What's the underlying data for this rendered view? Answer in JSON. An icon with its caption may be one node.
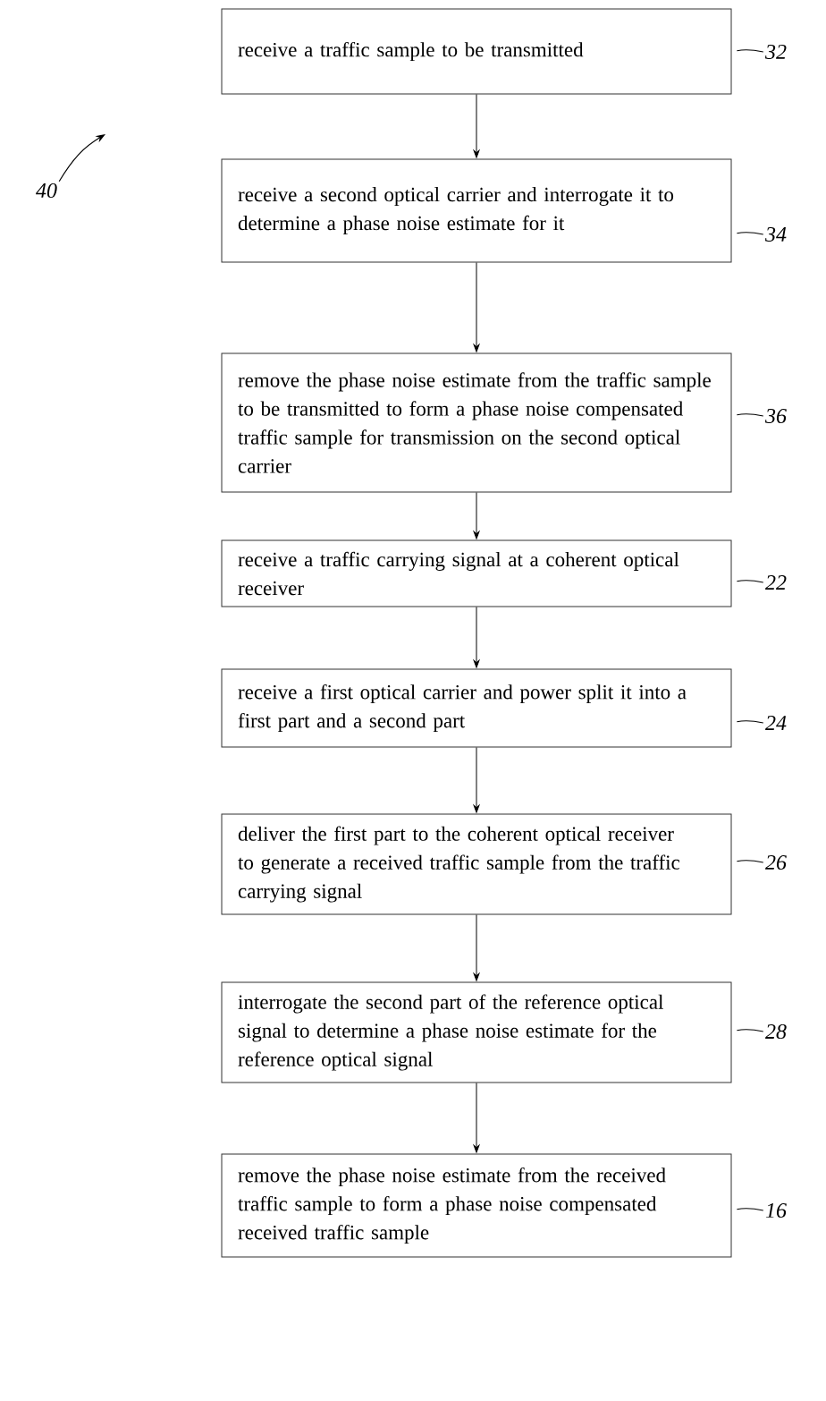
{
  "diagram": {
    "nodes": [
      {
        "text": [
          "receive a traffic sample to be transmitted"
        ]
      },
      {
        "text": [
          "receive a second optical carrier and interrogate it to determine a phase noise estimate for it"
        ]
      },
      {
        "text": [
          "remove the phase noise estimate from the traffic sample to be transmitted to form a phase noise compensated traffic sample for transmission on the second optical carrier"
        ]
      },
      {
        "text": [
          "receive a traffic carrying signal at a coherent optical receiver"
        ]
      },
      {
        "text": [
          "receive a first optical carrier and power split it into a first part and a second part"
        ]
      },
      {
        "text": [
          "deliver the first part to the coherent optical receiver to generate a received traffic sample from the traffic carrying signal"
        ]
      },
      {
        "text": [
          "interrogate the second part of the reference optical signal to determine a phase noise estimate for the reference optical signal"
        ]
      },
      {
        "text": [
          "remove the phase noise estimate from the received traffic sample to form a phase noise compensated received traffic sample"
        ]
      },
      {
        "text": [
          "32"
        ]
      },
      {
        "text": [
          "34"
        ]
      },
      {
        "text": [
          "36"
        ]
      },
      {
        "text": [
          "22"
        ]
      },
      {
        "text": [
          "24"
        ]
      },
      {
        "text": [
          "26"
        ]
      },
      {
        "text": [
          "28"
        ]
      },
      {
        "text": [
          "16"
        ]
      },
      {
        "text": [
          "40"
        ]
      }
    ],
    "edges": [
      {
        "from": 0,
        "to": 1,
        "arrow": "to"
      },
      {
        "from": 1,
        "to": 2,
        "arrow": "to"
      },
      {
        "from": 2,
        "to": 3,
        "arrow": "to"
      },
      {
        "from": 3,
        "to": 4,
        "arrow": "to"
      },
      {
        "from": 4,
        "to": 5,
        "arrow": "to"
      },
      {
        "from": 5,
        "to": 6,
        "arrow": "to"
      },
      {
        "from": 6,
        "to": 7,
        "arrow": "to"
      },
      {
        "from": 8,
        "to": 0,
        "arrow": "none"
      },
      {
        "from": 9,
        "to": 1,
        "arrow": "none"
      },
      {
        "from": 10,
        "to": 2,
        "arrow": "none"
      },
      {
        "from": 11,
        "to": 3,
        "arrow": "none"
      },
      {
        "from": 12,
        "to": 4,
        "arrow": "none"
      },
      {
        "from": 13,
        "to": 5,
        "arrow": "none"
      },
      {
        "from": 14,
        "to": 6,
        "arrow": "none"
      },
      {
        "from": 15,
        "to": 7,
        "arrow": "none"
      },
      {
        "from": 16,
        "to": null,
        "arrow": "to"
      }
    ]
  }
}
